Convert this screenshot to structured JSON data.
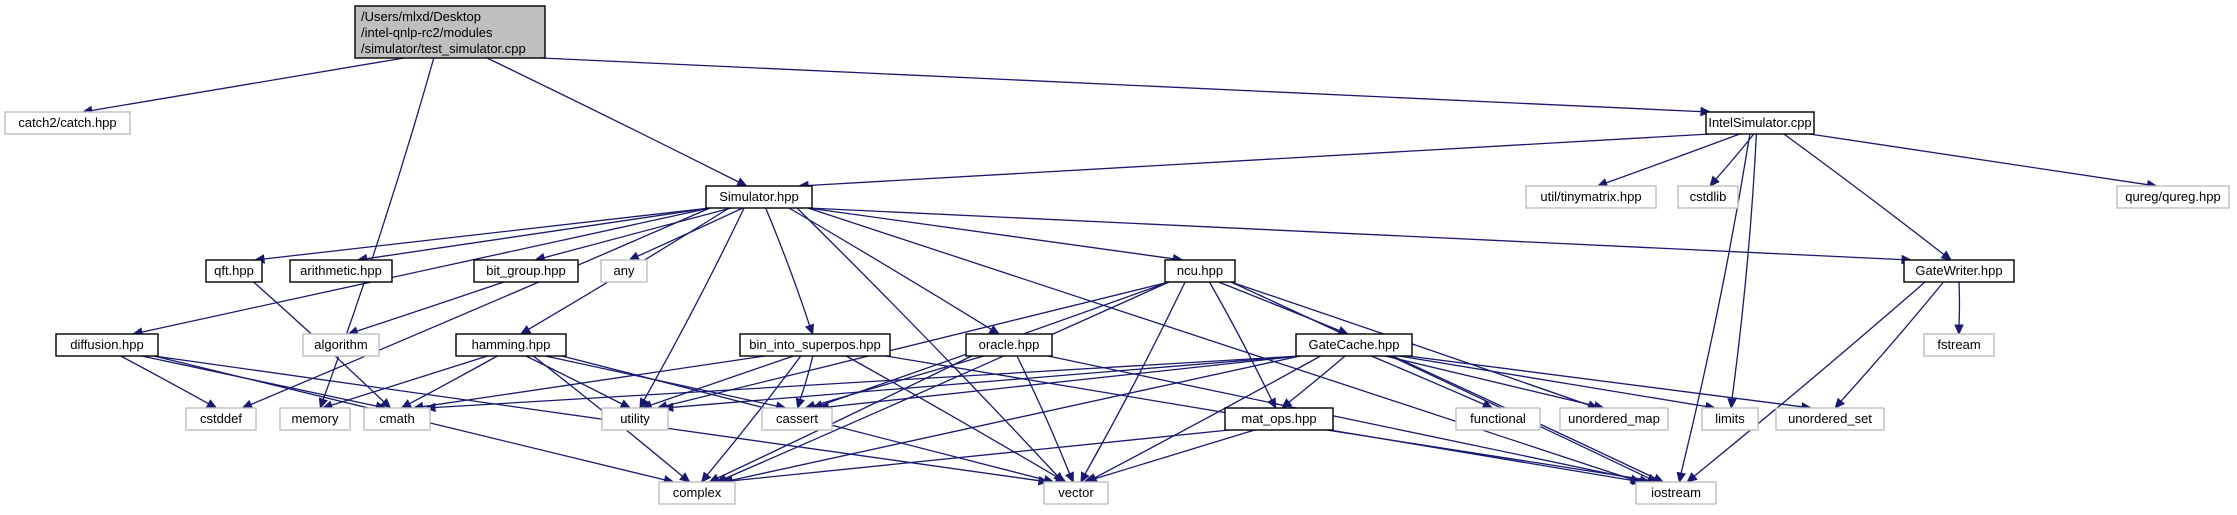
{
  "root": {
    "label_lines": [
      "/Users/mlxd/Desktop",
      "/intel-qnlp-rc2/modules",
      "/simulator/test_simulator.cpp"
    ]
  },
  "nodes": {
    "catch": "catch2/catch.hpp",
    "intelsim": "IntelSimulator.cpp",
    "simulator": "Simulator.hpp",
    "tinymatrix": "util/tinymatrix.hpp",
    "cstdlib": "cstdlib",
    "qureg": "qureg/qureg.hpp",
    "qft": "qft.hpp",
    "arithmetic": "arithmetic.hpp",
    "bitgroup": "bit_group.hpp",
    "any": "any",
    "ncu": "ncu.hpp",
    "gatewriter": "GateWriter.hpp",
    "algorithm": "algorithm",
    "diffusion": "diffusion.hpp",
    "hamming": "hamming.hpp",
    "binsuper": "bin_into_superpos.hpp",
    "oracle": "oracle.hpp",
    "gatecache": "GateCache.hpp",
    "fstream": "fstream",
    "cstddef": "cstddef",
    "memory": "memory",
    "cmath": "cmath",
    "utility": "utility",
    "cassert": "cassert",
    "matops": "mat_ops.hpp",
    "functional": "functional",
    "unordered_map": "unordered_map",
    "limits": "limits",
    "unordered_set": "unordered_set",
    "complex": "complex",
    "vector": "vector",
    "iostream": "iostream"
  },
  "colors": {
    "edge": "#191970",
    "root_fill": "#bfbfbf",
    "external_border": "#bfbfbf",
    "internal_border": "#000000"
  },
  "edges": [
    [
      "root",
      "catch"
    ],
    [
      "root",
      "simulator"
    ],
    [
      "root",
      "intelsim"
    ],
    [
      "root",
      "memory"
    ],
    [
      "intelsim",
      "simulator"
    ],
    [
      "intelsim",
      "tinymatrix"
    ],
    [
      "intelsim",
      "cstdlib"
    ],
    [
      "intelsim",
      "qureg"
    ],
    [
      "intelsim",
      "gatewriter"
    ],
    [
      "intelsim",
      "limits"
    ],
    [
      "intelsim",
      "iostream"
    ],
    [
      "simulator",
      "qft"
    ],
    [
      "simulator",
      "arithmetic"
    ],
    [
      "simulator",
      "bitgroup"
    ],
    [
      "simulator",
      "any"
    ],
    [
      "simulator",
      "ncu"
    ],
    [
      "simulator",
      "gatewriter"
    ],
    [
      "simulator",
      "diffusion"
    ],
    [
      "simulator",
      "hamming"
    ],
    [
      "simulator",
      "binsuper"
    ],
    [
      "simulator",
      "oracle"
    ],
    [
      "simulator",
      "cstddef"
    ],
    [
      "simulator",
      "utility"
    ],
    [
      "simulator",
      "vector"
    ],
    [
      "simulator",
      "iostream"
    ],
    [
      "qft",
      "cmath"
    ],
    [
      "bitgroup",
      "algorithm"
    ],
    [
      "gatewriter",
      "fstream"
    ],
    [
      "gatewriter",
      "unordered_set"
    ],
    [
      "gatewriter",
      "iostream"
    ],
    [
      "ncu",
      "gatecache"
    ],
    [
      "ncu",
      "matops"
    ],
    [
      "ncu",
      "utility"
    ],
    [
      "ncu",
      "cassert"
    ],
    [
      "ncu",
      "complex"
    ],
    [
      "ncu",
      "vector"
    ],
    [
      "ncu",
      "unordered_map"
    ],
    [
      "ncu",
      "iostream"
    ],
    [
      "diffusion",
      "cstddef"
    ],
    [
      "diffusion",
      "cmath"
    ],
    [
      "diffusion",
      "complex"
    ],
    [
      "diffusion",
      "vector"
    ],
    [
      "hamming",
      "memory"
    ],
    [
      "hamming",
      "cmath"
    ],
    [
      "hamming",
      "utility"
    ],
    [
      "hamming",
      "cassert"
    ],
    [
      "hamming",
      "complex"
    ],
    [
      "hamming",
      "vector"
    ],
    [
      "binsuper",
      "cmath"
    ],
    [
      "binsuper",
      "utility"
    ],
    [
      "binsuper",
      "cassert"
    ],
    [
      "binsuper",
      "complex"
    ],
    [
      "binsuper",
      "vector"
    ],
    [
      "binsuper",
      "iostream"
    ],
    [
      "oracle",
      "cassert"
    ],
    [
      "oracle",
      "complex"
    ],
    [
      "oracle",
      "vector"
    ],
    [
      "oracle",
      "iostream"
    ],
    [
      "gatecache",
      "matops"
    ],
    [
      "gatecache",
      "cmath"
    ],
    [
      "gatecache",
      "utility"
    ],
    [
      "gatecache",
      "cassert"
    ],
    [
      "gatecache",
      "complex"
    ],
    [
      "gatecache",
      "vector"
    ],
    [
      "gatecache",
      "functional"
    ],
    [
      "gatecache",
      "unordered_map"
    ],
    [
      "gatecache",
      "limits"
    ],
    [
      "gatecache",
      "unordered_set"
    ],
    [
      "gatecache",
      "iostream"
    ],
    [
      "matops",
      "complex"
    ],
    [
      "matops",
      "vector"
    ],
    [
      "matops",
      "iostream"
    ]
  ]
}
